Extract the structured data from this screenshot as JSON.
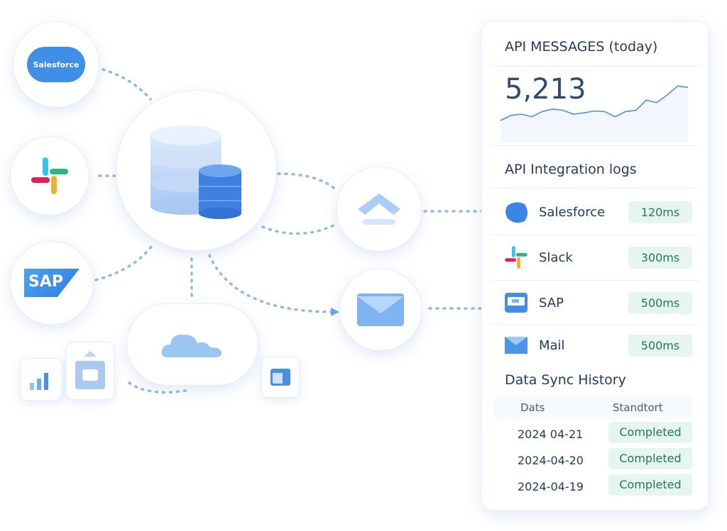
{
  "diagram": {
    "salesforce_logo": "Salesforce",
    "sap_logo": "SAP"
  },
  "panel": {
    "messages_title": "API MESSAGES (today)",
    "messages_count": "5,213",
    "sparkline": [
      30,
      38,
      40,
      36,
      44,
      48,
      46,
      40,
      42,
      45,
      44,
      36,
      44,
      46,
      62,
      58,
      70,
      84,
      82
    ],
    "logs_title": "API Integration   logs",
    "logs": [
      {
        "icon": "salesforce-icon",
        "name": "Salesforce",
        "latency": "120ms"
      },
      {
        "icon": "slack-icon",
        "name": "Slack",
        "latency": "300ms"
      },
      {
        "icon": "sap-icon",
        "name": "SAP",
        "latency": "500ms"
      },
      {
        "icon": "mail-icon",
        "name": "Mail",
        "latency": "500ms"
      }
    ],
    "sync_title": "Data Sync History",
    "sync_headers": [
      "Dats",
      "Standtort"
    ],
    "sync_rows": [
      {
        "date": "2024 04-21",
        "status": "Completed"
      },
      {
        "date": "2024-04-20",
        "status": "Completed"
      },
      {
        "date": "2024-04-19",
        "status": "Completed"
      }
    ]
  },
  "colors": {
    "accent": "#4a90e2",
    "badge_bg": "#e6f5f0",
    "badge_text": "#1f7a55"
  }
}
